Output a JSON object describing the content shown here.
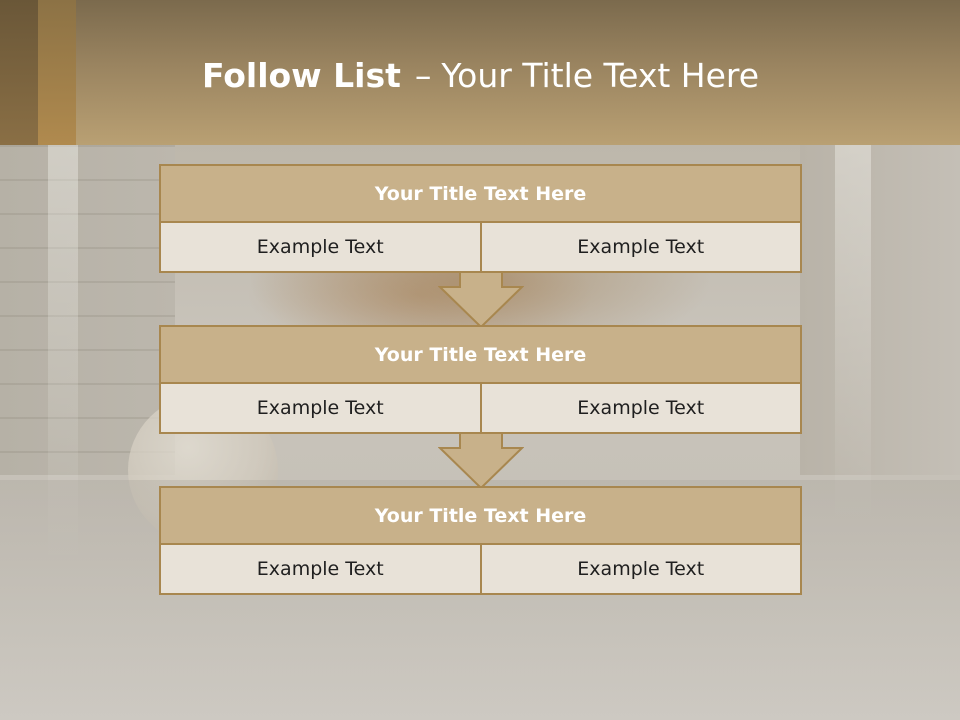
{
  "slide": {
    "title_bold": "Follow List",
    "title_sep": "–",
    "title_rest": "Your Title Text Here"
  },
  "blocks": [
    {
      "title": "Your Title Text Here",
      "left": "Example Text",
      "right": "Example Text"
    },
    {
      "title": "Your Title Text Here",
      "left": "Example Text",
      "right": "Example Text"
    },
    {
      "title": "Your Title Text Here",
      "left": "Example Text",
      "right": "Example Text"
    }
  ],
  "colors": {
    "header": "#b9a073",
    "block_title_fill": "#c8b18a",
    "block_body_fill": "#e8e2d8",
    "border": "#a8874f",
    "arrow_fill": "#c8b18a"
  }
}
